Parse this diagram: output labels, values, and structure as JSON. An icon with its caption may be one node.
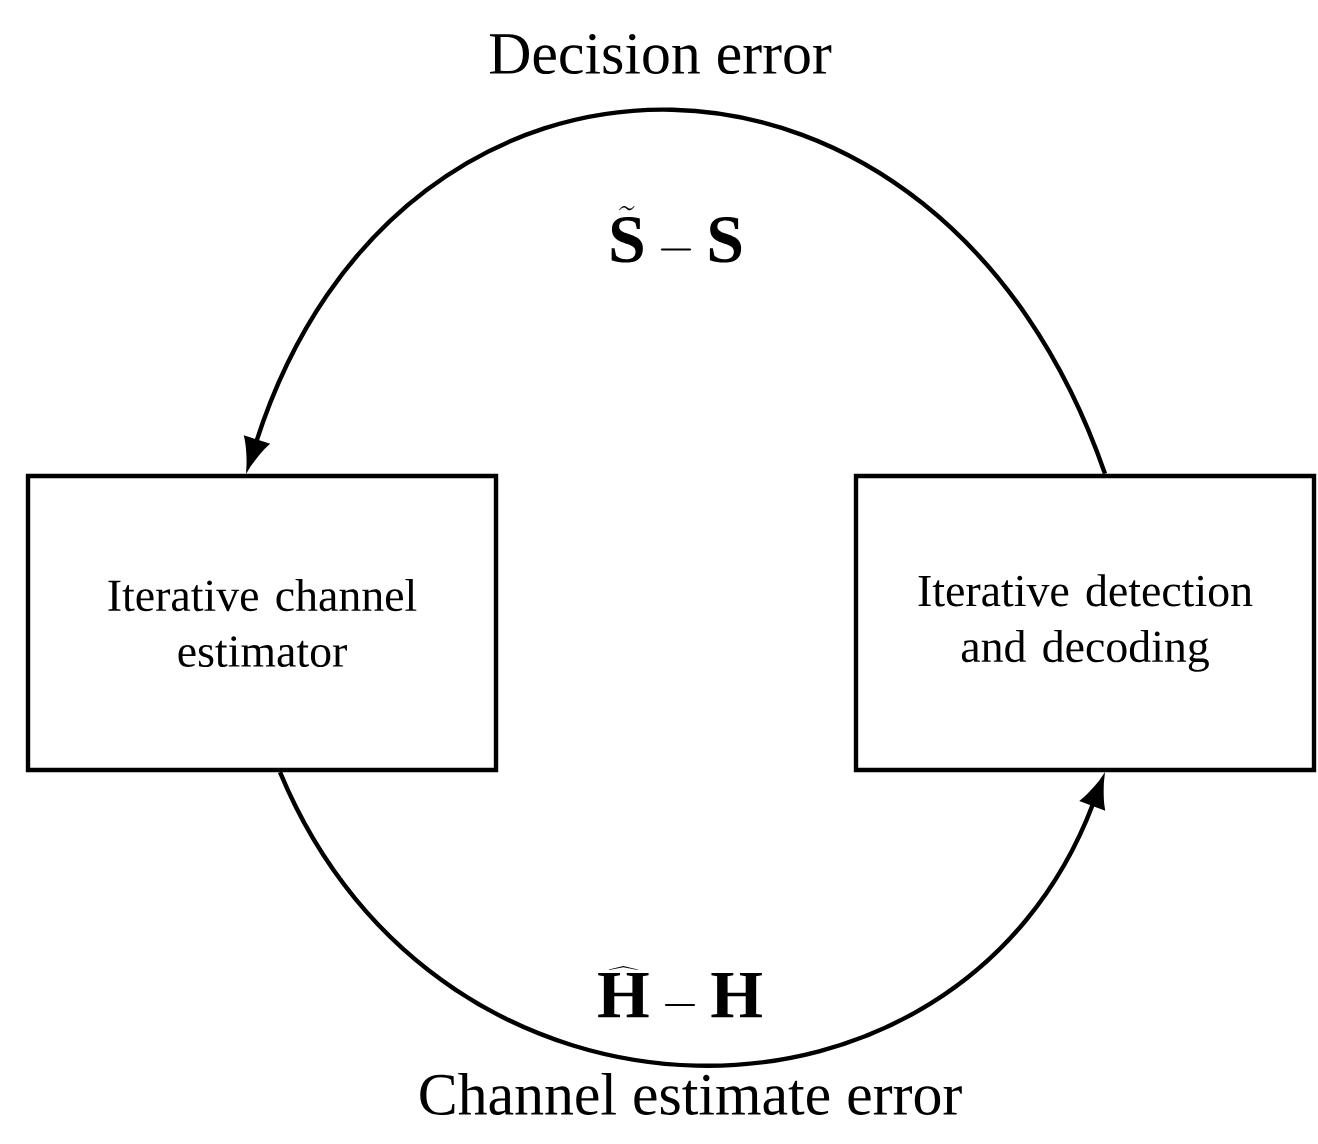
{
  "diagram": {
    "nodes": [
      {
        "text": [
          "Iterative channel estimator"
        ]
      },
      {
        "text": [
          "Iterative detection and decoding"
        ]
      }
    ],
    "edges": [
      {
        "from": 1,
        "to": 0,
        "arrow": "to",
        "label": "\\tilde{\\mathbf{S}}-\\mathbf{S}"
      },
      {
        "from": 0,
        "to": 1,
        "arrow": "to",
        "label": "\\widehat{\\mathbf{H}}-\\mathbf{H}"
      }
    ],
    "labels": [
      "Decision error",
      "Channel estimate error"
    ]
  }
}
